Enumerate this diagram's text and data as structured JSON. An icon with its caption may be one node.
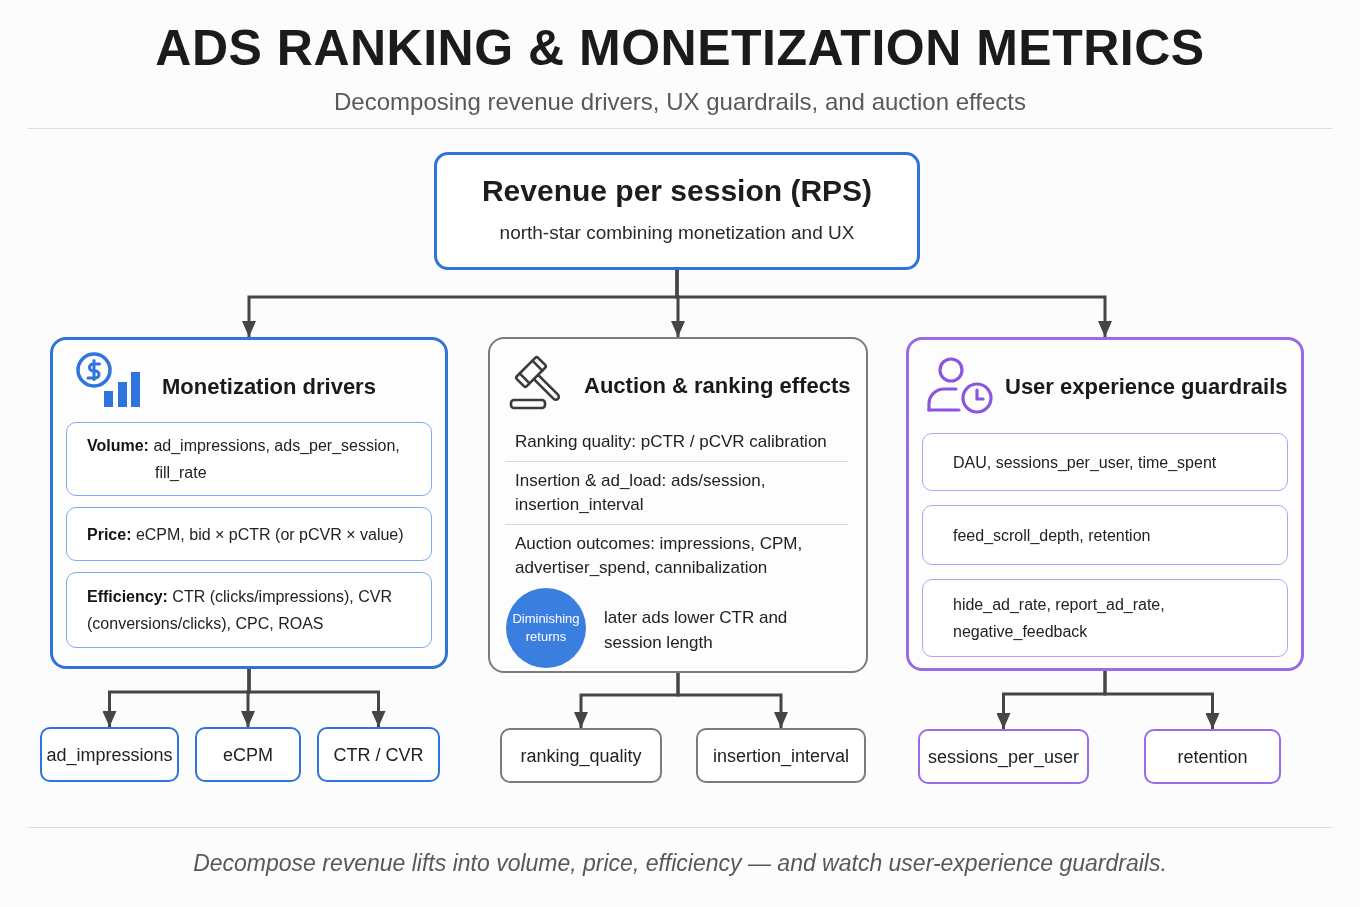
{
  "diagram": {
    "title": "ADS RANKING & MONETIZATION METRICS",
    "caption": "Decompose revenue lifts into volume, price, efficiency — and watch user-experience guardrails.",
    "nodes": [
      {
        "text": [
          "Revenue per session (RPS)",
          "north-star combining monetization and UX"
        ]
      },
      {
        "text": [
          "Monetization drivers"
        ]
      },
      {
        "text": [
          "**Volume:** ad_impressions, ads_per_session, fill_rate"
        ],
        "in": 1
      },
      {
        "text": [
          "**Price:** eCPM, bid × pCTR (or pCVR × value)"
        ],
        "in": 1
      },
      {
        "text": [
          "**Efficiency:** CTR (clicks/impressions), CVR (conversions/clicks), CPC, ROAS"
        ],
        "in": 1
      },
      {
        "text": [
          "Auction & ranking effects",
          "Ranking quality: pCTR / pCVR calibration",
          "Insertion & ad_load: ads/session, insertion_interval",
          "Auction outcomes: impressions, CPM, advertiser_spend, cannibalization"
        ]
      },
      {
        "text": [
          "Diminishing returns"
        ],
        "beside": [
          "later ads lower CTR and session length"
        ],
        "in": 5
      },
      {
        "text": [
          "User experience guardrails"
        ]
      },
      {
        "text": [
          "DAU, sessions_per_user, time_spent"
        ],
        "in": 7
      },
      {
        "text": [
          "feed_scroll_depth, retention"
        ],
        "in": 7
      },
      {
        "text": [
          "hide_ad_rate, report_ad_rate, negative_feedback"
        ],
        "in": 7
      },
      {
        "text": [
          "ad_impressions"
        ]
      },
      {
        "text": [
          "eCPM"
        ]
      },
      {
        "text": [
          "CTR / CVR"
        ]
      },
      {
        "text": [
          "ranking_quality"
        ]
      },
      {
        "text": [
          "insertion_interval"
        ]
      },
      {
        "text": [
          "sessions_per_user"
        ]
      },
      {
        "text": [
          "retention"
        ]
      }
    ],
    "edges": [
      {
        "from": 0,
        "to": 1,
        "arrow": "to"
      },
      {
        "from": 0,
        "to": 5,
        "arrow": "to"
      },
      {
        "from": 0,
        "to": 7,
        "arrow": "to"
      },
      {
        "from": 1,
        "to": 11,
        "arrow": "to"
      },
      {
        "from": 1,
        "to": 12,
        "arrow": "to"
      },
      {
        "from": 1,
        "to": 13,
        "arrow": "to"
      },
      {
        "from": 5,
        "to": 14,
        "arrow": "to"
      },
      {
        "from": 5,
        "to": 15,
        "arrow": "to"
      },
      {
        "from": 7,
        "to": 16,
        "arrow": "to"
      },
      {
        "from": 7,
        "to": 17,
        "arrow": "to"
      }
    ],
    "labels": [
      "Decomposing revenue drivers, UX guardrails, and auction effects"
    ]
  }
}
